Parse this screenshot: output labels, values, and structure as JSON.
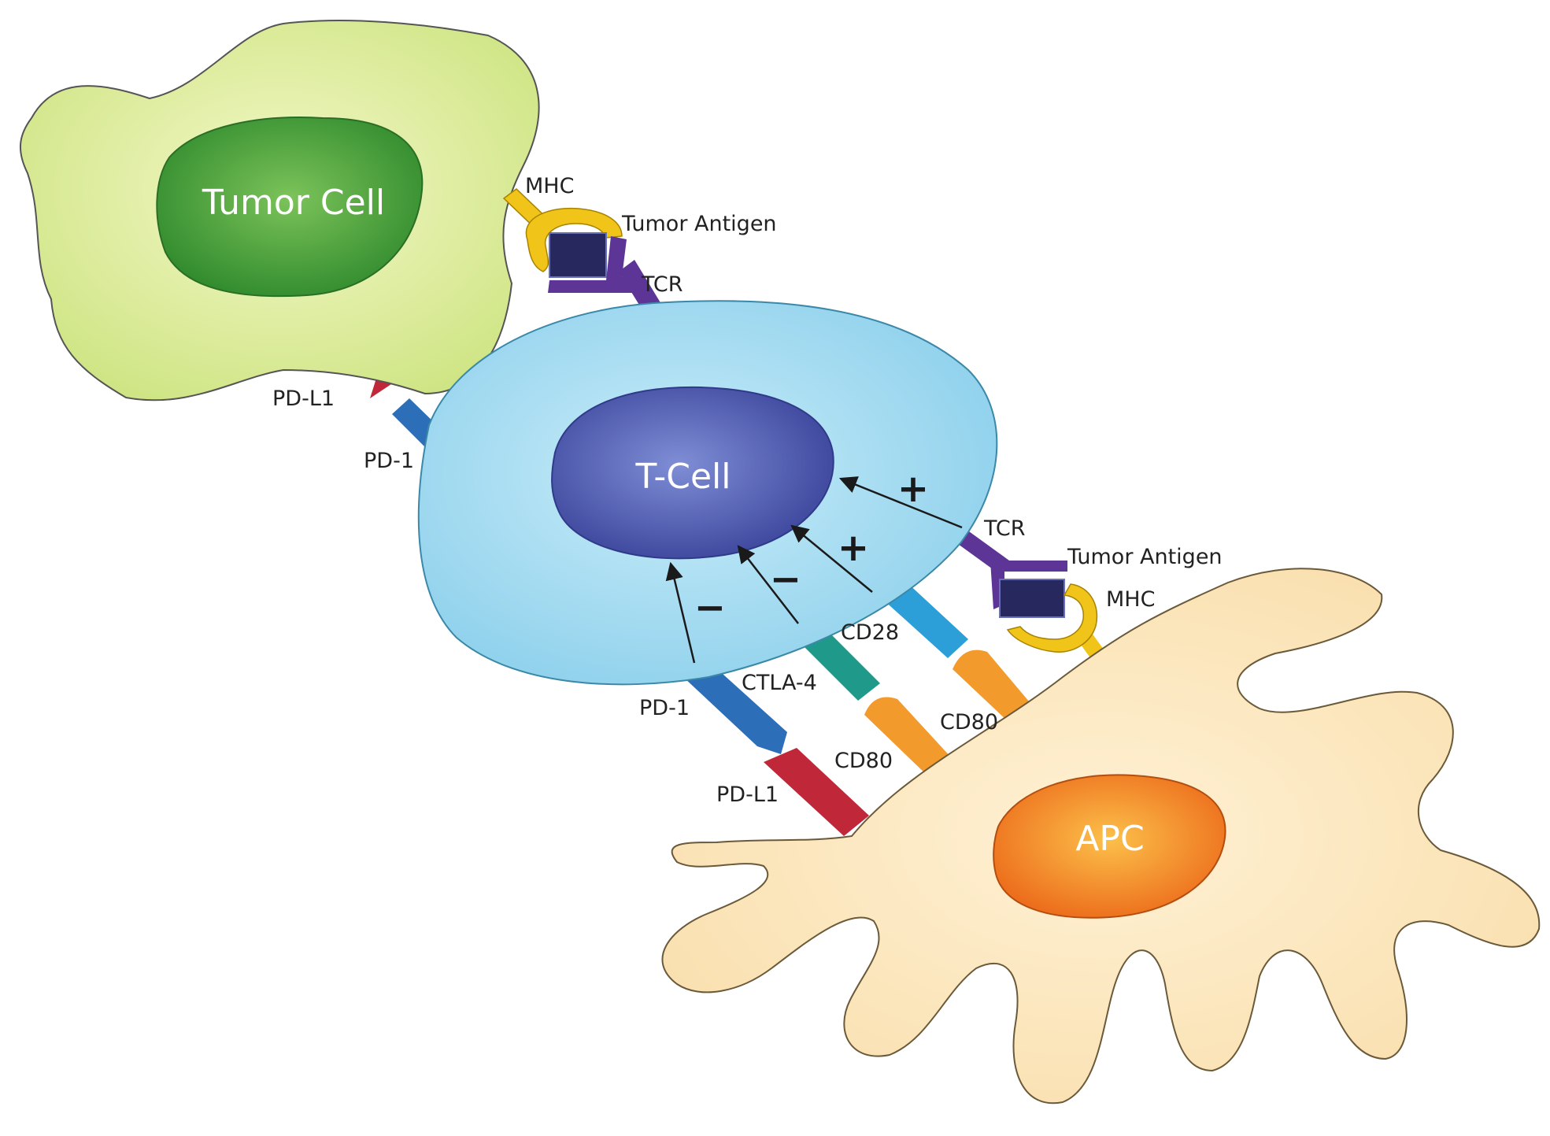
{
  "cells": {
    "tumor": {
      "label": "Tumor Cell"
    },
    "tcell": {
      "label": "T-Cell"
    },
    "apc": {
      "label": "APC"
    }
  },
  "labels": {
    "top_mhc": "MHC",
    "top_antigen": "Tumor Antigen",
    "top_tcr": "TCR",
    "tumor_pdl1": "PD-L1",
    "tcell_pd1_left": "PD-1",
    "right_tcr": "TCR",
    "right_antigen": "Tumor Antigen",
    "right_mhc": "MHC",
    "cd28": "CD28",
    "ctla4": "CTLA-4",
    "pd1_bottom": "PD-1",
    "cd80_right": "CD80",
    "cd80_left": "CD80",
    "pdl1_bottom": "PD-L1"
  },
  "signals": {
    "tcr": "+",
    "cd28": "+",
    "ctla4": "−",
    "pd1": "−"
  },
  "colors": {
    "tumor_body": "#d7ea93",
    "tumor_nucleus": "#3f9a36",
    "tcell_body": "#9fd9f0",
    "tcell_nucleus": "#4552a9",
    "apc_body": "#fbe3b4",
    "apc_nucleus": "#f07f1e",
    "pd1": "#2c6fb8",
    "pdl1": "#c0283a",
    "mhc": "#f0c419",
    "tcr": "#5c3596",
    "antigen": "#27295e",
    "cd28": "#2c9fd8",
    "ctla4": "#1f9a8a",
    "cd80": "#f39a2c"
  }
}
